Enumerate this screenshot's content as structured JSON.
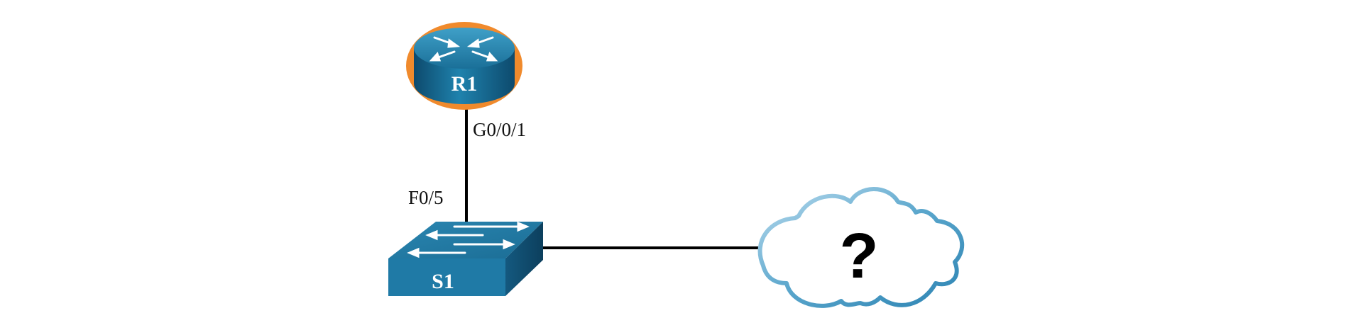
{
  "devices": {
    "router": {
      "label": "R1",
      "interface": "G0/0/1",
      "icon": "router-icon",
      "highlight_color": "#f08a2c"
    },
    "switch": {
      "label": "S1",
      "interface": "F0/5",
      "icon": "switch-icon"
    },
    "cloud": {
      "symbol": "?",
      "icon": "cloud-icon"
    }
  },
  "colors": {
    "device_blue": "#1d7aa3",
    "device_dark": "#0f4f73",
    "link": "#000000",
    "cloud_stroke": "#4a9cc4",
    "cloud_stroke_light": "#a8d0e6",
    "label_text": "#ffffff"
  }
}
